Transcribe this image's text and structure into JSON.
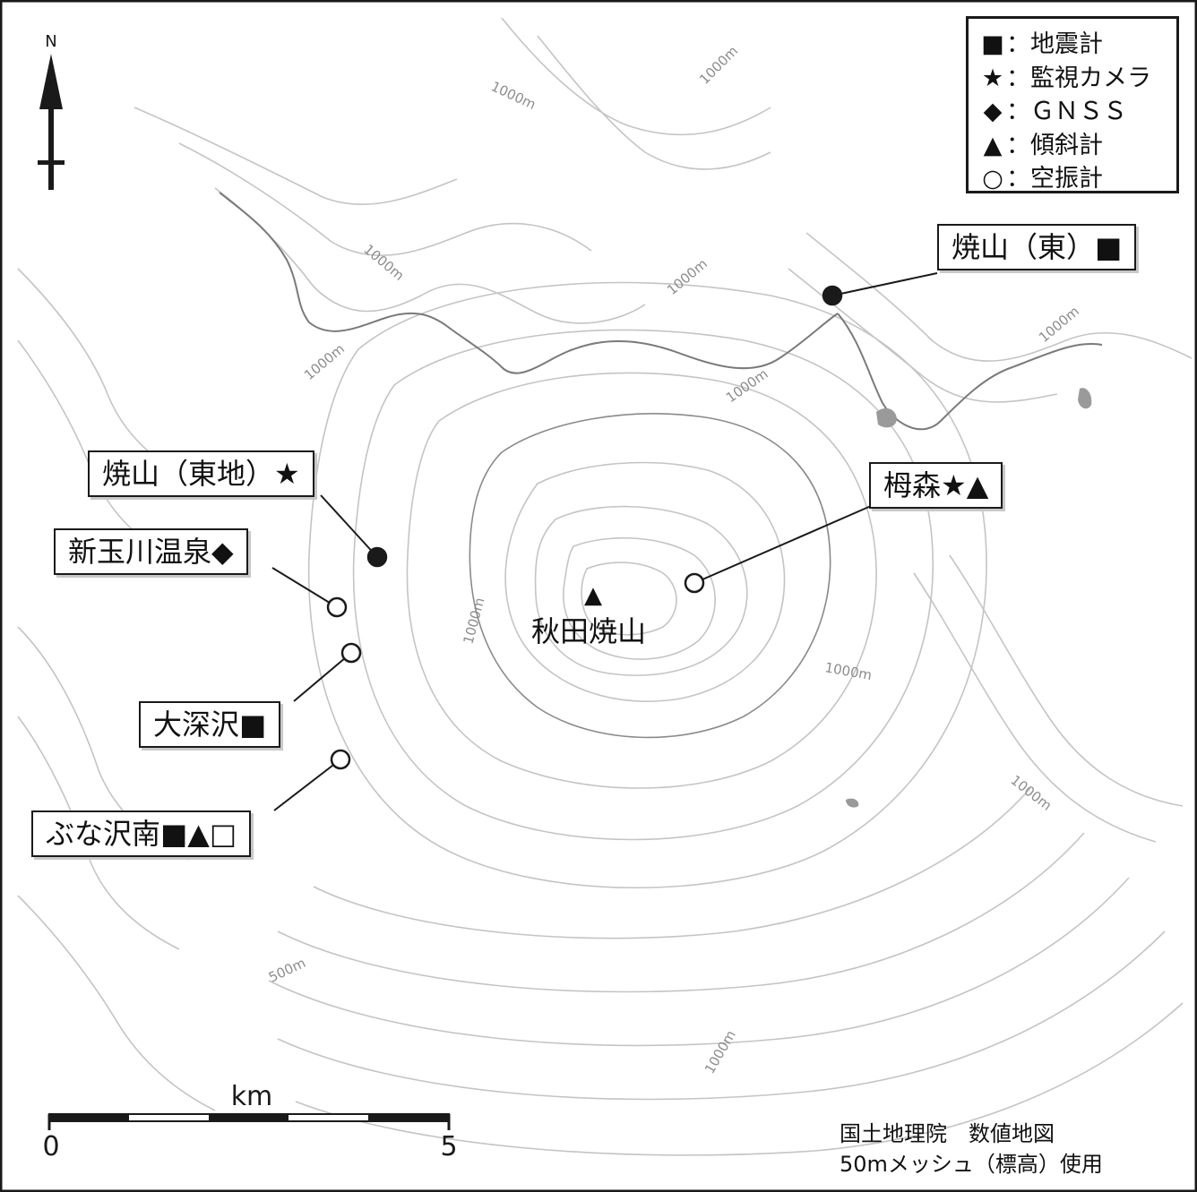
{
  "legend": [
    {
      "symbol": "■",
      "text": "：地震計"
    },
    {
      "symbol": "★",
      "text": "：監視カメラ"
    },
    {
      "symbol": "◆",
      "text": "：ＧＮＳＳ"
    },
    {
      "symbol": "▲",
      "text": "：傾斜計"
    },
    {
      "symbol": "○",
      "text": "：空振計"
    }
  ],
  "stations": {
    "yakeyama_higashi": "焼山（東）■",
    "tsugamori": "栂森★▲",
    "yakeyama_higashichi": "焼山（東地）★",
    "shintamagawa": "新玉川温泉◆",
    "ofukasawa": "大深沢■",
    "bunasawa_minami": "ぶな沢南■▲□"
  },
  "summit": {
    "symbol": "▲",
    "name": "秋田焼山"
  },
  "contour_labels": {
    "c1000": "1000m",
    "c500": "500m"
  },
  "north_label": "N",
  "scale": {
    "unit": "km",
    "start": "0",
    "end": "5"
  },
  "credit": {
    "line1": "国土地理院　数値地図",
    "line2": "50mメッシュ（標高）使用"
  }
}
